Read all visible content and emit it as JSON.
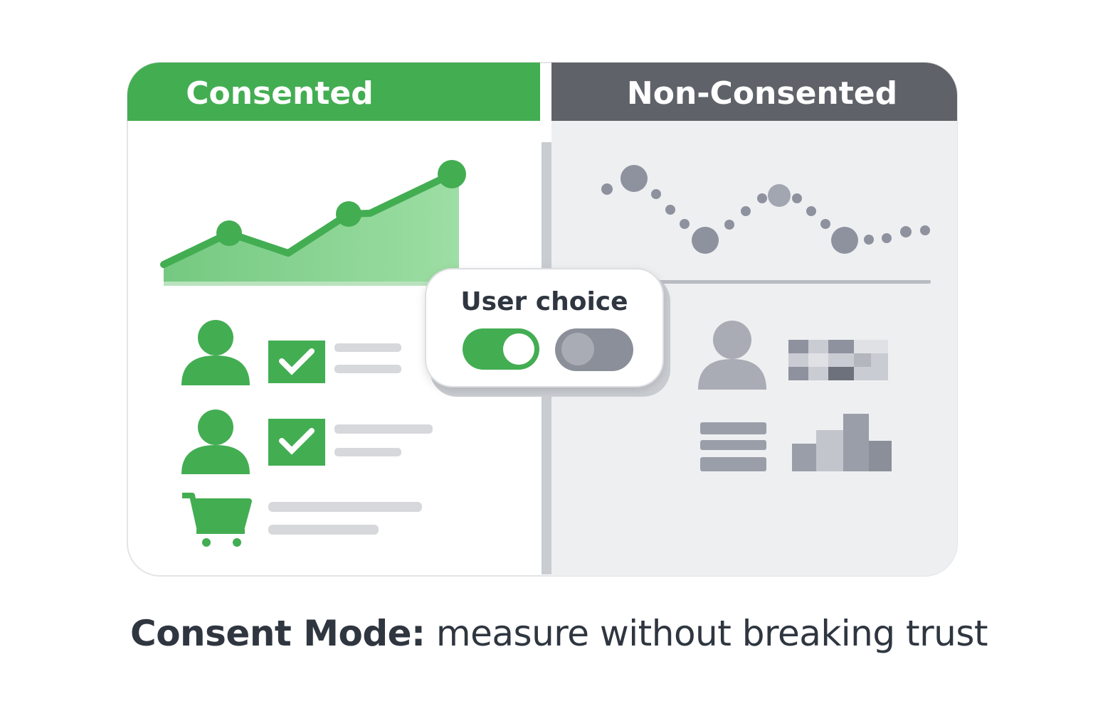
{
  "panels": {
    "consented": {
      "title": "Consented",
      "color": "#43ad52"
    },
    "non_consented": {
      "title": "Non-Consented",
      "color": "#5f6369"
    }
  },
  "toggle_card": {
    "label": "User choice",
    "consent_toggle_on": true,
    "decline_toggle_on": false
  },
  "caption": {
    "bold": "Consent Mode:",
    "rest": " measure without breaking trust"
  },
  "icons": [
    "line-chart-icon",
    "user-icon",
    "checkbox-checked-icon",
    "shopping-cart-icon",
    "scatter-chart-icon",
    "pixelated-data-icon",
    "list-icon",
    "bar-chart-icon"
  ]
}
